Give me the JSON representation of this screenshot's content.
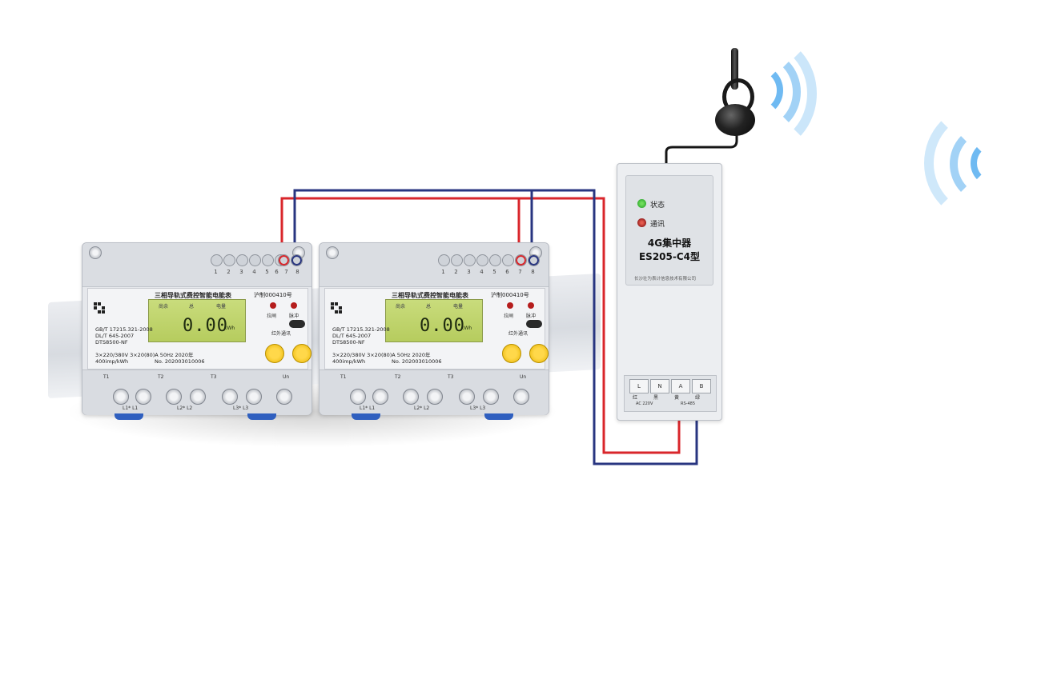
{
  "meters": [
    {
      "title": "三相导轨式费控智能电能表",
      "cert": "沪制000410号",
      "standard_1": "GB/T 17215.321-2008",
      "standard_2": "DL/T 645-2007",
      "model": "DTS8500-NF",
      "lcd_labels": [
        "尚余",
        "总",
        "电量"
      ],
      "reading": "0.00",
      "unit": "kWh",
      "led_labels": [
        "拉闸",
        "脉冲"
      ],
      "ir_label": "红外通讯",
      "spec_line_1": "3×220/380V     3×20(80)A     50Hz     2020年",
      "spec_line_2": "400imp/kWh",
      "serial": "No.  202003010006",
      "terminal_numbers": [
        "1",
        "2",
        "3",
        "4",
        "5",
        "6",
        "7",
        "8"
      ],
      "bottom_labels": [
        "T1",
        "T2",
        "T3",
        "Un"
      ],
      "phase_labels": [
        "L1* L1",
        "L2* L2",
        "L3* L3"
      ]
    },
    {
      "title": "三相导轨式费控智能电能表",
      "cert": "沪制000410号",
      "standard_1": "GB/T 17215.321-2008",
      "standard_2": "DL/T 645-2007",
      "model": "DTS8500-NF",
      "lcd_labels": [
        "尚余",
        "总",
        "电量"
      ],
      "reading": "0.00",
      "unit": "kWh",
      "led_labels": [
        "拉闸",
        "脉冲"
      ],
      "ir_label": "红外通讯",
      "spec_line_1": "3×220/380V     3×20(80)A     50Hz     2020年",
      "spec_line_2": "400imp/kWh",
      "serial": "No.  202003010006",
      "terminal_numbers": [
        "1",
        "2",
        "3",
        "4",
        "5",
        "6",
        "7",
        "8"
      ],
      "bottom_labels": [
        "T1",
        "T2",
        "T3",
        "Un"
      ],
      "phase_labels": [
        "L1* L1",
        "L2* L2",
        "L3* L3"
      ]
    }
  ],
  "concentrator": {
    "status_label": "状态",
    "comm_label": "通讯",
    "name_line_1": "4G集中器",
    "name_line_2": "ES205-C4型",
    "company": "长沙壮为表计信息技术有限公司",
    "terminal_labels": [
      "L",
      "N",
      "A",
      "B"
    ],
    "terminal_sub": [
      "红",
      "黑",
      "黄",
      "绿"
    ],
    "ac_label": "AC  220V",
    "rs_label": "RS-485"
  },
  "colors": {
    "wire_red": "#d9262b",
    "wire_blue": "#283580",
    "signal": "#3a9be8",
    "led_green": "#2fa82f",
    "led_red": "#b51d1d"
  }
}
